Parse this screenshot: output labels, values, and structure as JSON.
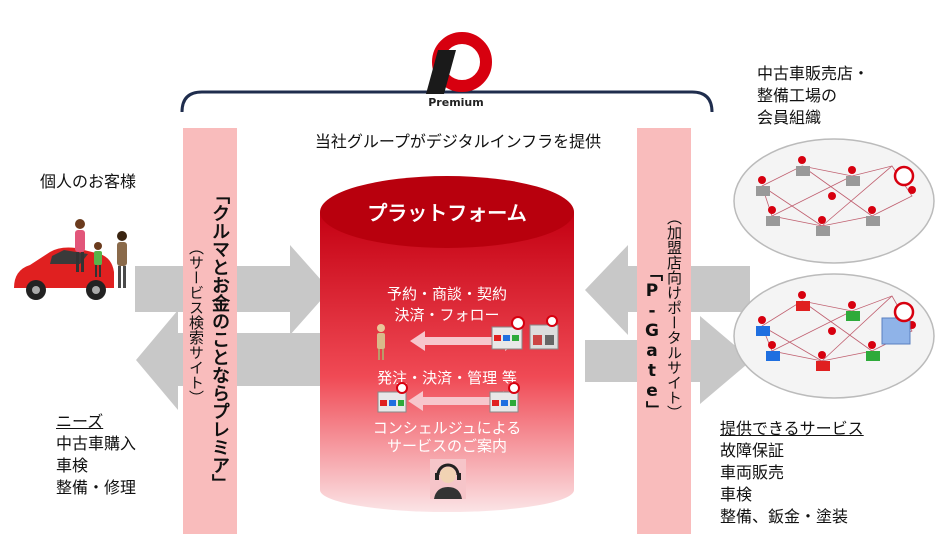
{
  "brand": {
    "logo_caption": "Premium"
  },
  "header_text": "当社グループがデジタルインフラを提供",
  "customer": {
    "title": "個人のお客様",
    "needs_heading": "ニーズ",
    "needs": [
      "中古車購入",
      "車検",
      "整備・修理"
    ]
  },
  "left_bar": {
    "title": "「クルマとお金のことならプレミア」",
    "subtitle": "（サービス検索サイト）"
  },
  "platform": {
    "title": "プラットフォーム",
    "consumer_flow": [
      "予約・商談・契約",
      "決済・フォロー"
    ],
    "dealer_flow": "発注・決済・管理 等",
    "concierge": [
      "コンシェルジュによる",
      "サービスのご案内"
    ]
  },
  "right_bar": {
    "subtitle": "（加盟店向けポータルサイト）",
    "title": "「P-Gate」"
  },
  "members": {
    "title": [
      "中古車販売店・",
      "整備工場の",
      "会員組織"
    ],
    "services_heading": "提供できるサービス",
    "services": [
      "故障保証",
      "車両販売",
      "車検",
      "整備、鈑金・塗装"
    ]
  },
  "colors": {
    "brand_red": "#d7000f",
    "cylinder_top": "#b8000d",
    "side_bar_pink": "#f9bcbc",
    "arrow_gray": "#c8c8c8",
    "brace_navy": "#1f2d4d"
  }
}
